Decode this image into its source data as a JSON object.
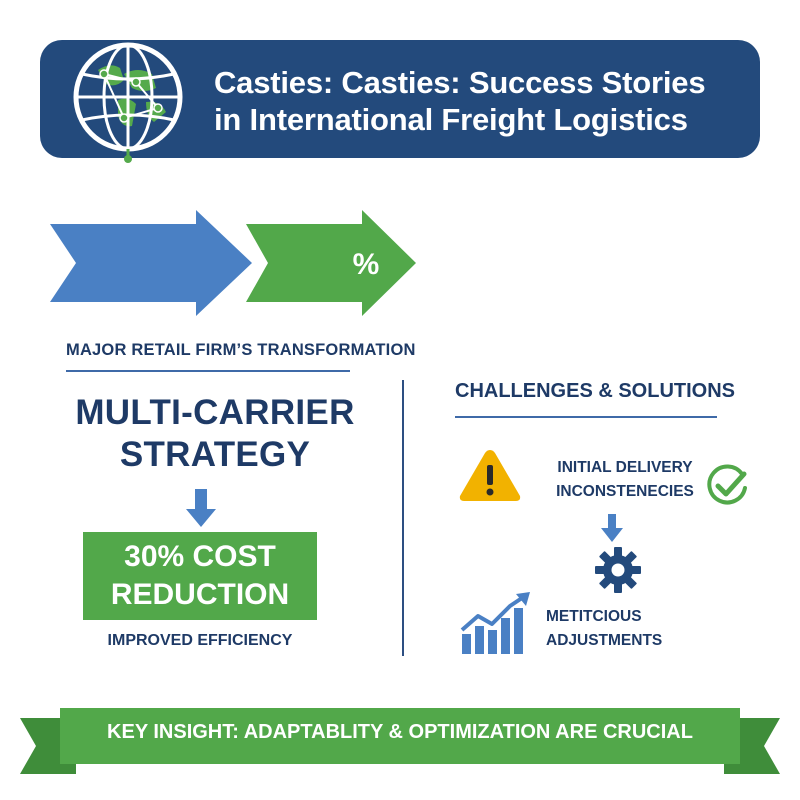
{
  "header": {
    "title_line1": "Casties: Casties: Success Stories",
    "title_line2": "in International Freight Logistics",
    "icon": "globe-network-icon"
  },
  "arrows": {
    "badge": "%",
    "colors": {
      "blue": "#4a80c4",
      "green": "#52a84a"
    }
  },
  "case": {
    "subtitle": "MAJOR RETAIL FIRM’S TRANSFORMATION",
    "strategy_line1": "MULTI-CARRIER",
    "strategy_line2": "STRATEGY",
    "result_line1": "30% COST",
    "result_line2": "REDUCTION",
    "caption": "IMPROVED EFFICIENCY"
  },
  "challenges": {
    "title": "CHALLENGES & SOLUTIONS",
    "challenge_line1": "INITIAL DELIVERY",
    "challenge_line2": "INCONSTENECIES",
    "solution_line1": "METITCIOUS",
    "solution_line2": "ADJUSTMENTS",
    "icons": [
      "warning-icon",
      "check-icon",
      "gear-icon",
      "growth-chart-icon"
    ]
  },
  "footer": {
    "insight": "KEY INSIGHT: ADAPTABLITY & OPTIMIZATION ARE CRUCIAL"
  },
  "colors": {
    "navy": "#234a7c",
    "green": "#52a84a",
    "text": "#1e3a66",
    "warning": "#f2b200"
  }
}
